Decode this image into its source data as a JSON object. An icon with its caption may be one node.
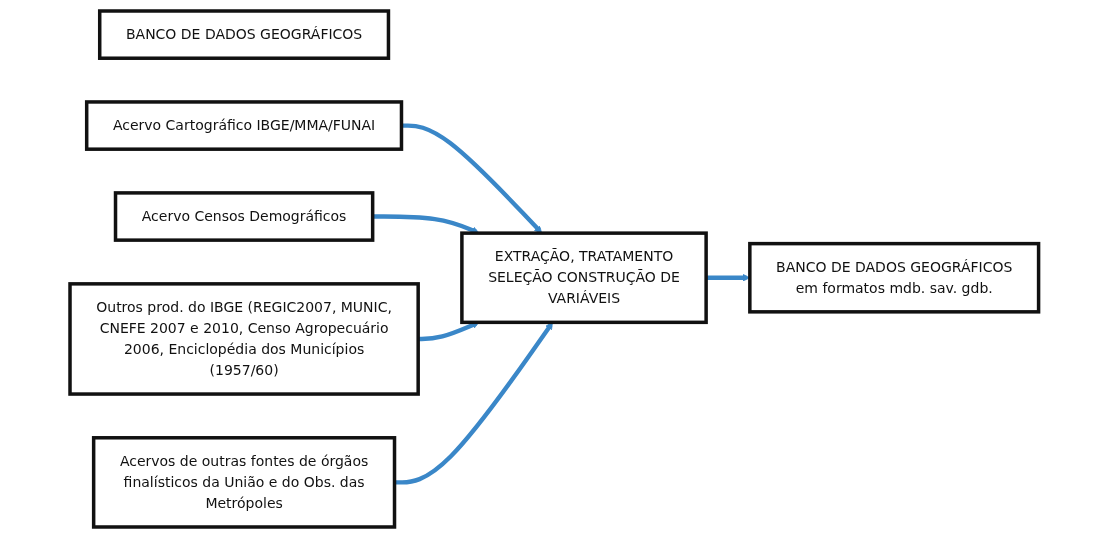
{
  "diagram": {
    "nodes": [
      {
        "text": [
          "BANCO DE DADOS GEOGRÁFICOS"
        ]
      },
      {
        "text": [
          "Acervo Cartográfico IBGE/MMA/FUNAI"
        ]
      },
      {
        "text": [
          "Acervo Censos Demográficos"
        ]
      },
      {
        "text": [
          "Outros prod. do IBGE (REGIC2007, MUNIC, CNEFE 2007 e 2010, Censo Agropecuário 2006, Enciclopédia dos Municípios (1957/60)"
        ]
      },
      {
        "text": [
          "Acervos de outras fontes de órgãos finalísticos da União e do Obs. das Metrópoles"
        ]
      },
      {
        "text": [
          "EXTRAÇÃO, TRATAMENTO SELEÇÃO CONSTRUÇÃO DE VARIÁVEIS"
        ]
      },
      {
        "text": [
          "BANCO DE DADOS GEOGRÁFICOS",
          "em formatos mdb. sav. gdb."
        ]
      }
    ],
    "edges": [
      {
        "from": 1,
        "to": 5,
        "arrow": "to"
      },
      {
        "from": 2,
        "to": 5,
        "arrow": "to"
      },
      {
        "from": 3,
        "to": 5,
        "arrow": "to"
      },
      {
        "from": 4,
        "to": 5,
        "arrow": "to"
      },
      {
        "from": 5,
        "to": 6,
        "arrow": "to"
      }
    ]
  }
}
